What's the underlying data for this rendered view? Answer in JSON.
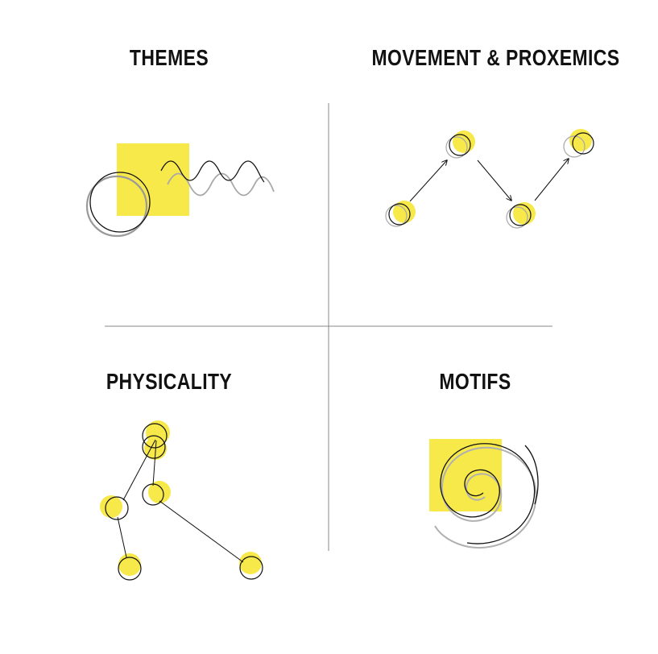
{
  "quadrants": {
    "themes": {
      "title": "THEMES"
    },
    "movement": {
      "title": "MOVEMENT & PROXEMICS"
    },
    "physicality": {
      "title": "PHYSICALITY"
    },
    "motifs": {
      "title": "MOTIFS"
    }
  },
  "colors": {
    "accent_yellow": "#f7e94a",
    "ink": "#111111",
    "shadow_gray": "#9a9a9a",
    "divider": "#8a8a8a"
  }
}
